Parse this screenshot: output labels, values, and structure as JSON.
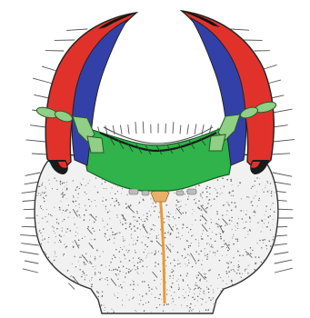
{
  "figure": {
    "kind": "scientific-illustration",
    "subject": "larval-head-capsule-with-mandibles",
    "style": "stipple-drawing-with-color-coding"
  },
  "colors": {
    "background": "#ffffff",
    "outline": "#222222",
    "capsule_fill": "#f1f1f1",
    "mandible_outer": "#e0322b",
    "mandible_inner": "#3340a8",
    "mandible_tip": "#111111",
    "labrum": "#2fb34a",
    "antenna": "#8fcf86",
    "midline_suture": "#e89a3a",
    "setae": "#444444"
  }
}
